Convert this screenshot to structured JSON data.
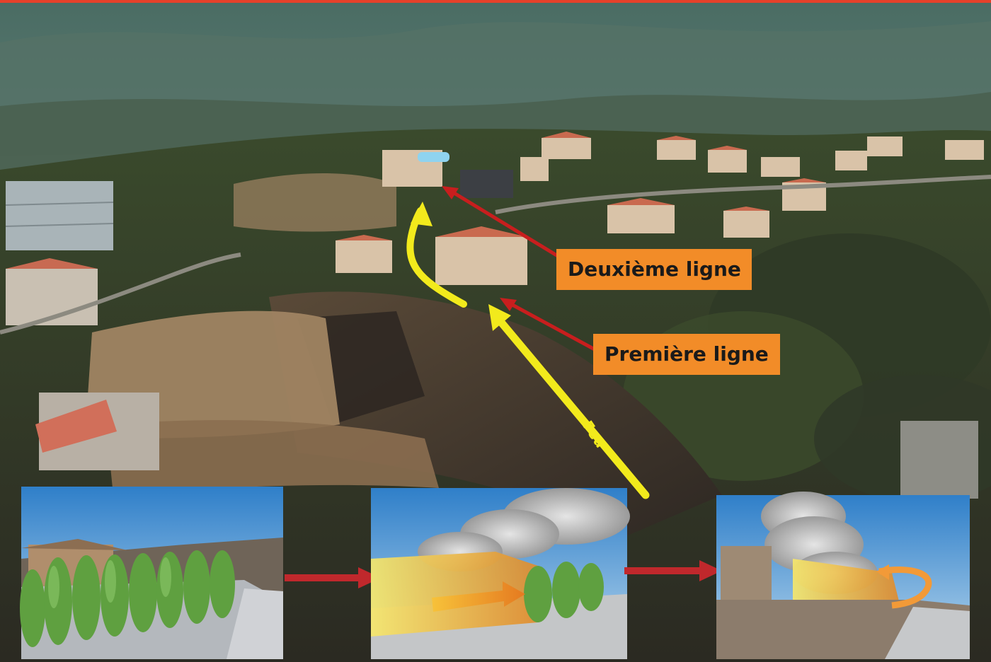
{
  "labels": {
    "second_line": "Deuxième ligne",
    "first_line": "Première ligne",
    "fire": "Feu"
  },
  "colors": {
    "label_bg": "#f28c28",
    "label_text": "#1a1a1a",
    "fire_arrow": "#f2ea1c",
    "pointer_arrow": "#c81e1e",
    "panel_arrow": "#c0282c",
    "frame_top": "#e6412a"
  },
  "icons": {
    "pointer": "red-arrow-icon",
    "fire_path": "yellow-arrow-icon",
    "panel_transition": "red-arrow-icon"
  }
}
